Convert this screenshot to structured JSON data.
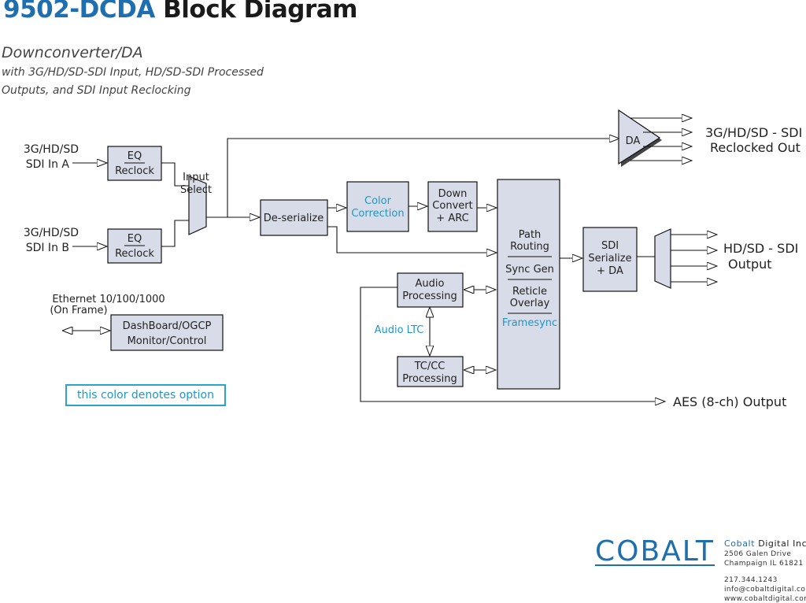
{
  "header": {
    "title_model": "9502-DCDA",
    "title_rest": "Block Diagram",
    "subtitle": "Downconverter/DA",
    "desc_line1": "with 3G/HD/SD-SDI Input, HD/SD-SDI Processed",
    "desc_line2": "Outputs, and SDI Input Reclocking"
  },
  "inputs": {
    "a_line1": "3G/HD/SD",
    "a_line2": "SDI In A",
    "b_line1": "3G/HD/SD",
    "b_line2": "SDI In B"
  },
  "blocks": {
    "eq_a_line1": "EQ",
    "eq_a_line2": "Reclock",
    "eq_b_line1": "EQ",
    "eq_b_line2": "Reclock",
    "input_select_line1": "Input",
    "input_select_line2": "Select",
    "deserialize": "De-serialize",
    "color_correction_line1": "Color",
    "color_correction_line2": "Correction",
    "down_convert_line1": "Down",
    "down_convert_line2": "Convert",
    "down_convert_line3": "+ ARC",
    "path_routing_line1": "Path",
    "path_routing_line2": "Routing",
    "sync_gen": "Sync Gen",
    "reticle_line1": "Reticle",
    "reticle_line2": "Overlay",
    "framesync": "Framesync",
    "sdi_serialize_line1": "SDI",
    "sdi_serialize_line2": "Serialize",
    "sdi_serialize_line3": "+ DA",
    "audio_processing_line1": "Audio",
    "audio_processing_line2": "Processing",
    "audio_ltc": "Audio LTC",
    "tccc_line1": "TC/CC",
    "tccc_line2": "Processing",
    "da": "DA",
    "dashboard_line1": "DashBoard/OGCP",
    "dashboard_line2": "Monitor/Control",
    "ethernet_line1": "Ethernet 10/100/1000",
    "ethernet_line2": "(On Frame)"
  },
  "outputs": {
    "reclocked_line1": "3G/HD/SD - SDI",
    "reclocked_line2": "Reclocked Out",
    "hdsd_line1": "HD/SD - SDI",
    "hdsd_line2": "Output",
    "aes": "AES (8-ch) Output"
  },
  "legend": {
    "label": "this color denotes option"
  },
  "company": {
    "logo": "COBALT",
    "name_brand": "Cobalt",
    "name_rest": " Digital Inc.",
    "address1": "2506 Galen Drive",
    "address2": "Champaign IL 61821",
    "phone": "217.344.1243",
    "email": "info@cobaltdigital.com",
    "web": "www.cobaltdigital.com"
  },
  "colors": {
    "brand_blue": "#1f6fae",
    "option_blue": "#1f97c9",
    "block_fill": "#d8dce8"
  }
}
